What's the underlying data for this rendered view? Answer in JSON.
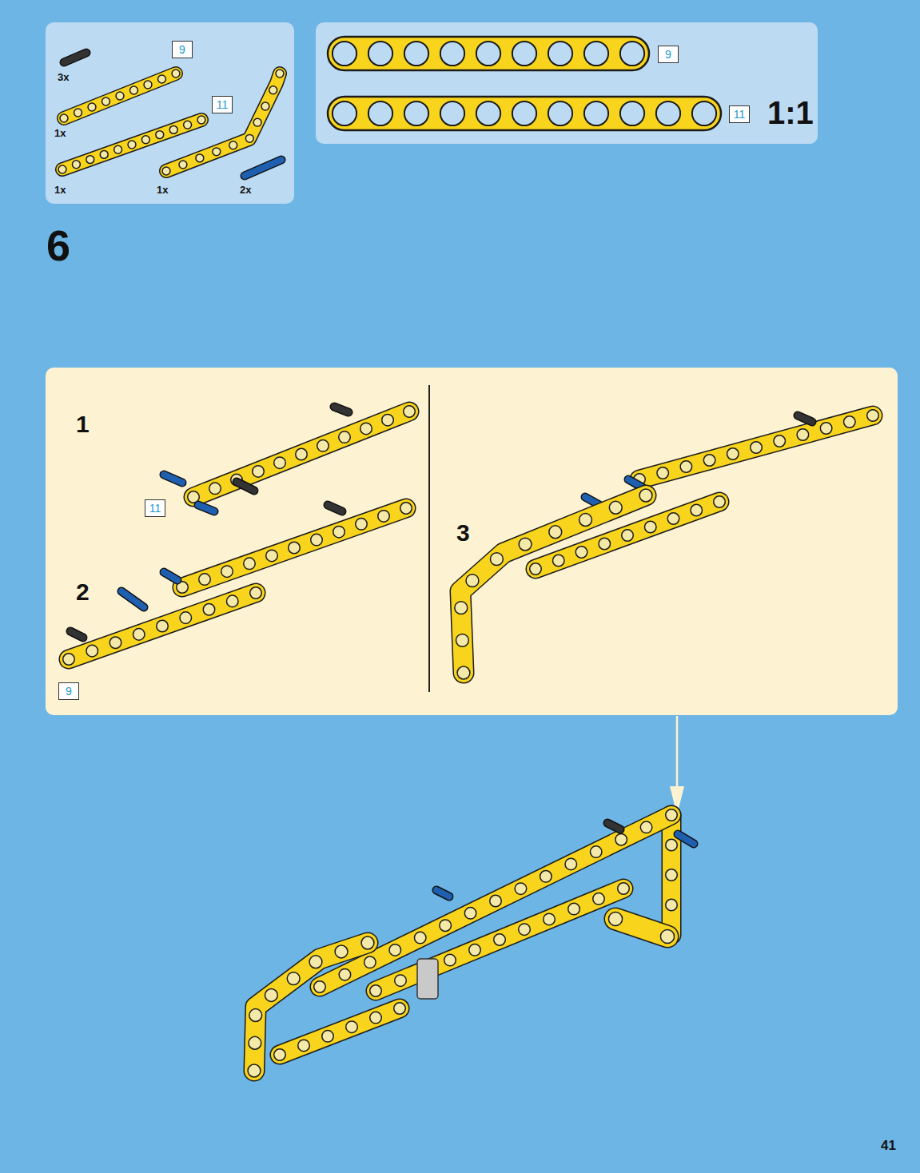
{
  "diagram": {
    "nodes": [
      {
        "text": [
          "3x",
          "1x",
          "1x",
          "1x",
          "2x"
        ]
      },
      {
        "text": [
          "9"
        ],
        "in": 0
      },
      {
        "text": [
          "11"
        ],
        "in": 0
      },
      {
        "text": [
          "1:1"
        ]
      },
      {
        "text": [
          "9"
        ],
        "in": 3
      },
      {
        "text": [
          "11"
        ],
        "in": 3
      },
      {
        "text": [
          "1",
          "2",
          "3"
        ]
      },
      {
        "text": [
          "11"
        ],
        "in": 6
      },
      {
        "text": [
          "9"
        ],
        "in": 6
      }
    ],
    "labels": [
      "6",
      "41"
    ]
  }
}
